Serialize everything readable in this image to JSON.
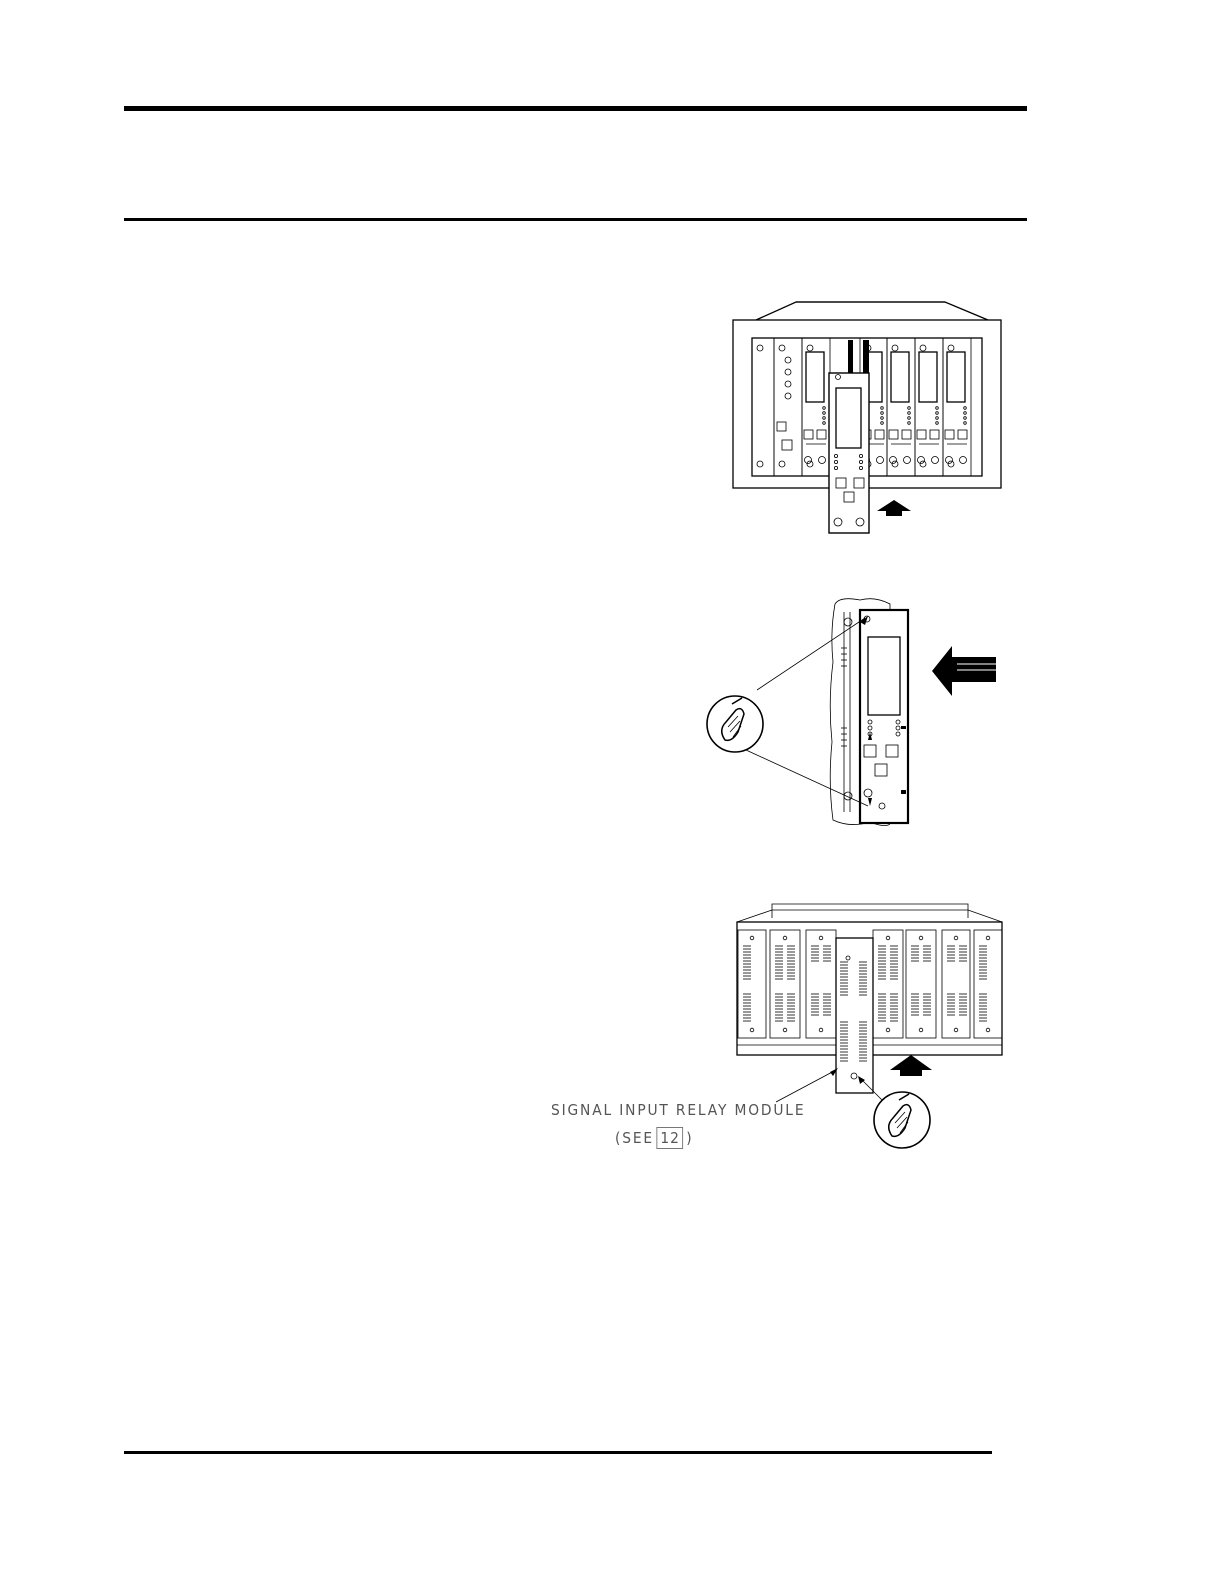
{
  "figure3": {
    "callout_text": "SIGNAL INPUT RELAY MODULE",
    "see_prefix": "(SEE",
    "see_ref": "12",
    "see_suffix": ")"
  },
  "icons": [
    "insert-arrow-icon",
    "screwdriver-icon"
  ]
}
